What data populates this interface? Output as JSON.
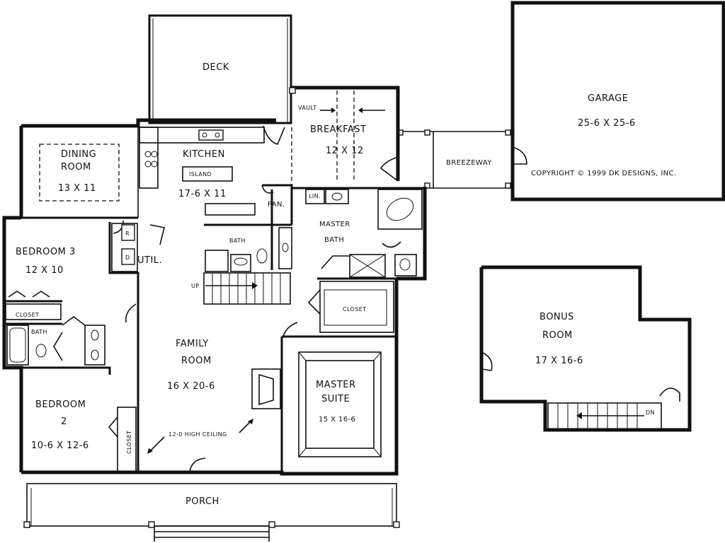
{
  "rooms": {
    "deck": "DECK",
    "garage_name": "GARAGE",
    "garage_size": "25-6 X 25-6",
    "copyright": "COPYRIGHT © 1999 DK DESIGNS, INC.",
    "breezeway": "BREEZEWAY",
    "vault": "VAULT",
    "breakfast_name": "BREAKFAST",
    "breakfast_size": "12 X 12",
    "kitchen_name": "KITCHEN",
    "island": "ISLAND",
    "kitchen_size": "17-6 X 11",
    "dining_name_1": "DINING",
    "dining_name_2": "ROOM",
    "dining_size": "13 X 11",
    "pan": "PAN.",
    "lin": "LIN.",
    "master_bath_1": "MASTER",
    "master_bath_2": "BATH",
    "bath_upper": "BATH",
    "bedroom3_name": "BEDROOM 3",
    "bedroom3_size": "12 X 10",
    "util": "UTIL.",
    "closet_b3": "CLOSET",
    "bath_left": "BATH",
    "up": "UP",
    "closet_master": "CLOSET",
    "family_name_1": "FAMILY",
    "family_name_2": "ROOM",
    "family_size": "16 X 20-6",
    "ceiling_note": "12-0 HIGH CEILING",
    "master_suite_1": "MASTER",
    "master_suite_2": "SUITE",
    "master_suite_size": "15 X 16-6",
    "bedroom2_name": "BEDROOM",
    "bedroom2_num": "2",
    "bedroom2_size": "10-6 X 12-6",
    "closet_b2": "CLOSET",
    "porch": "PORCH",
    "bonus_name_1": "BONUS",
    "bonus_name_2": "ROOM",
    "bonus_size": "17 X 16-6",
    "dn": "DN",
    "r_mark": "R",
    "d_mark": "D"
  }
}
